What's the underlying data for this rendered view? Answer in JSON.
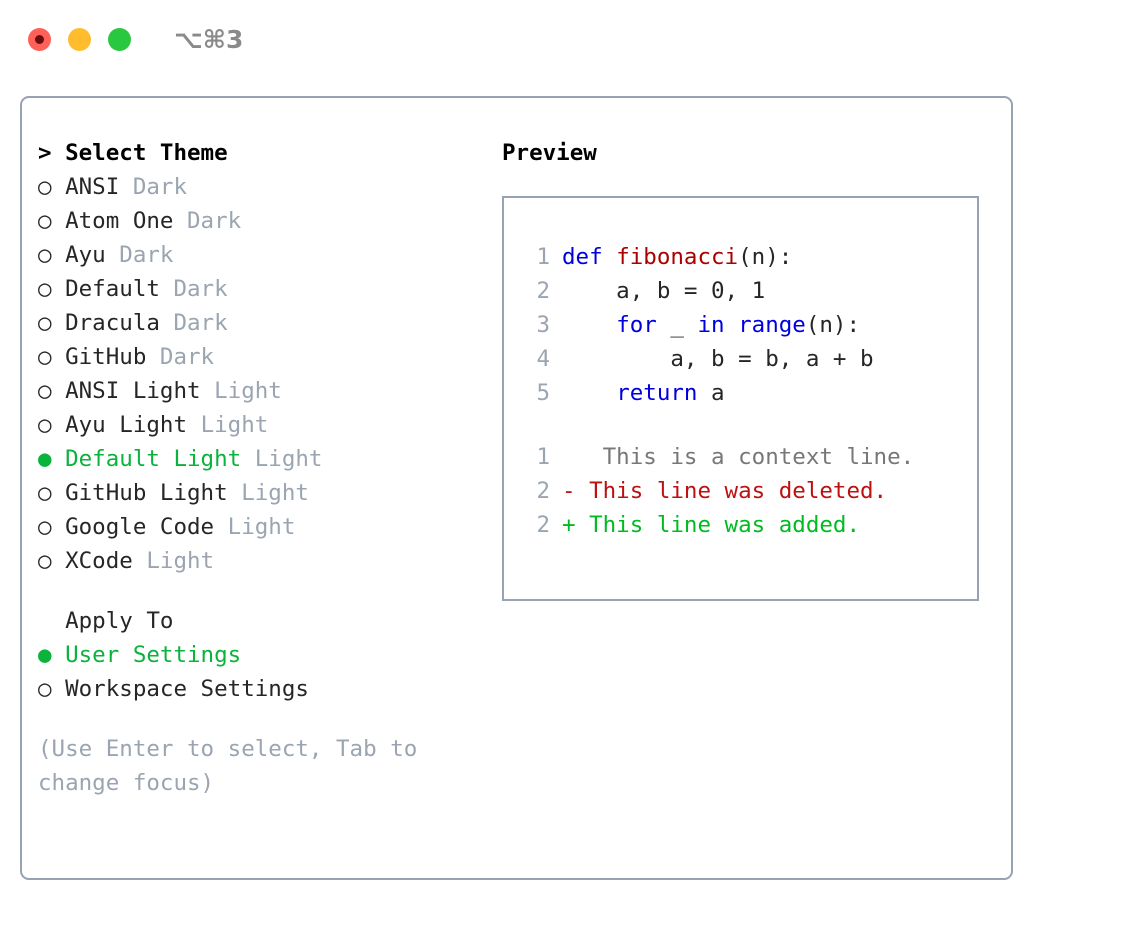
{
  "titlebar": {
    "lights": [
      {
        "name": "close",
        "color": "#ff6057"
      },
      {
        "name": "minimize",
        "color": "#ffbd2e"
      },
      {
        "name": "zoom",
        "color": "#28c840"
      }
    ],
    "shortcut": "⌥⌘3"
  },
  "theme_panel": {
    "header": "> Select Theme",
    "items": [
      {
        "bullet": "○",
        "name": "ANSI",
        "variant": "Dark",
        "selected": false
      },
      {
        "bullet": "○",
        "name": "Atom One",
        "variant": "Dark",
        "selected": false
      },
      {
        "bullet": "○",
        "name": "Ayu",
        "variant": "Dark",
        "selected": false
      },
      {
        "bullet": "○",
        "name": "Default",
        "variant": "Dark",
        "selected": false
      },
      {
        "bullet": "○",
        "name": "Dracula",
        "variant": "Dark",
        "selected": false
      },
      {
        "bullet": "○",
        "name": "GitHub",
        "variant": "Dark",
        "selected": false
      },
      {
        "bullet": "○",
        "name": "ANSI Light",
        "variant": "Light",
        "selected": false
      },
      {
        "bullet": "○",
        "name": "Ayu Light",
        "variant": "Light",
        "selected": false
      },
      {
        "bullet": "●",
        "name": "Default Light",
        "variant": "Light",
        "selected": true
      },
      {
        "bullet": "○",
        "name": "GitHub Light",
        "variant": "Light",
        "selected": false
      },
      {
        "bullet": "○",
        "name": "Google Code",
        "variant": "Light",
        "selected": false
      },
      {
        "bullet": "○",
        "name": "XCode",
        "variant": "Light",
        "selected": false
      }
    ]
  },
  "apply_to": {
    "header": "  Apply To",
    "options": [
      {
        "bullet": "●",
        "label": "User Settings",
        "selected": true
      },
      {
        "bullet": "○",
        "label": "Workspace Settings",
        "selected": false
      }
    ]
  },
  "hint": "(Use Enter to select, Tab to change focus)",
  "preview": {
    "title": "Preview",
    "code_lines": [
      {
        "num": "1",
        "tokens": [
          {
            "t": "def ",
            "c": "kw"
          },
          {
            "t": "fibonacci",
            "c": "fn"
          },
          {
            "t": "(n):",
            "c": "plain"
          }
        ]
      },
      {
        "num": "2",
        "tokens": [
          {
            "t": "    a, b = 0, 1",
            "c": "plain"
          }
        ]
      },
      {
        "num": "3",
        "tokens": [
          {
            "t": "    ",
            "c": "plain"
          },
          {
            "t": "for",
            "c": "kw"
          },
          {
            "t": " _ ",
            "c": "plain"
          },
          {
            "t": "in",
            "c": "kw"
          },
          {
            "t": " ",
            "c": "plain"
          },
          {
            "t": "range",
            "c": "kw"
          },
          {
            "t": "(n):",
            "c": "plain"
          }
        ]
      },
      {
        "num": "4",
        "tokens": [
          {
            "t": "        a, b = b, a + b",
            "c": "plain"
          }
        ]
      },
      {
        "num": "5",
        "tokens": [
          {
            "t": "    ",
            "c": "plain"
          },
          {
            "t": "return",
            "c": "kw"
          },
          {
            "t": " a",
            "c": "plain"
          }
        ]
      }
    ],
    "diff_lines": [
      {
        "num": "1",
        "marker": " ",
        "text": "  This is a context line.",
        "cls": "ctx"
      },
      {
        "num": "2",
        "marker": "-",
        "text": " This line was deleted.",
        "cls": "del"
      },
      {
        "num": "2",
        "marker": "+",
        "text": " This line was added.",
        "cls": "add"
      }
    ]
  },
  "colors": {
    "accent_green": "#0ab33c",
    "muted_gray": "#9aa5b1",
    "border": "#97a3b2",
    "keyword_blue": "#0000dd",
    "function_red": "#aa0000",
    "diff_delete": "#bb1111",
    "diff_add": "#00bb22"
  }
}
